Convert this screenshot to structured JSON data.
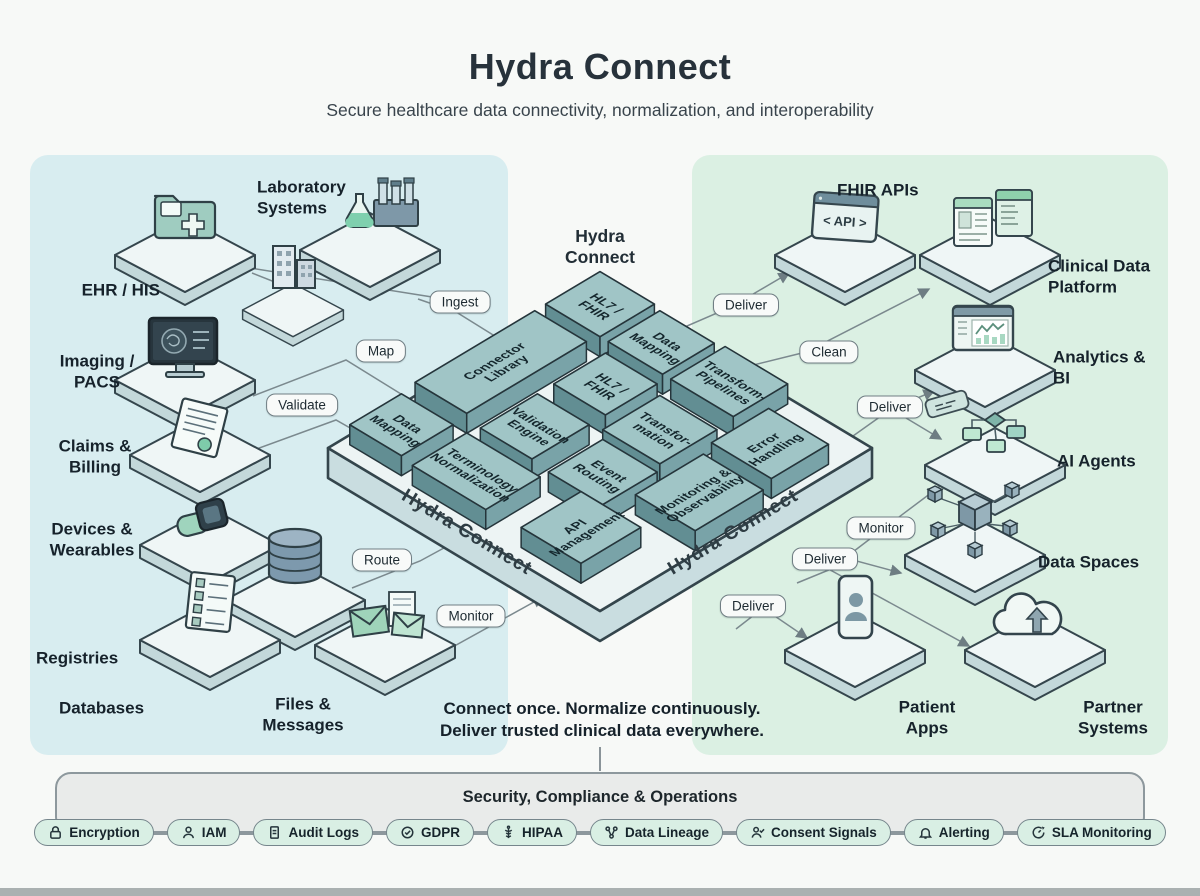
{
  "title": "Hydra Connect",
  "subtitle": "Secure healthcare data connectivity, normalization, and interoperability",
  "hub": {
    "label": "Hydra Connect",
    "edge_label": "Hydra Connect",
    "modules": [
      {
        "label": "HL7 /\nFHIR"
      },
      {
        "label": "Data\nMapping"
      },
      {
        "label": "Transform-\nPipelines"
      },
      {
        "label": "Error\nHandling"
      },
      {
        "label": "Connector\nLibrary"
      },
      {
        "label": "HL7 /\nFHIR"
      },
      {
        "label": "Transfor-\nmation"
      },
      {
        "label": "Validation\nEngine"
      },
      {
        "label": "Event\nRouting"
      },
      {
        "label": "Monitoring &\nObservability"
      },
      {
        "label": "Data\nMapping"
      },
      {
        "label": "Terminology\nNormalization"
      },
      {
        "label": "API\nManagement"
      }
    ]
  },
  "sources": [
    {
      "label": "EHR / HIS",
      "icon": "medical-folder-icon"
    },
    {
      "label": "Laboratory Systems",
      "icon": "lab-tubes-icon"
    },
    {
      "label": "Imaging / PACS",
      "icon": "imaging-monitor-icon"
    },
    {
      "label": "Claims & Billing",
      "icon": "claims-document-icon"
    },
    {
      "label": "Devices & Wearables",
      "icon": "smartwatch-icon"
    },
    {
      "label": "Registries",
      "icon": "checklist-icon"
    },
    {
      "label": "Databases",
      "icon": "database-icon"
    },
    {
      "label": "Files & Messages",
      "icon": "envelopes-icon"
    }
  ],
  "destinations": [
    {
      "label": "FHIR APIs",
      "icon": "api-window-icon",
      "window_text": "< API >"
    },
    {
      "label": "Clinical Data Platform",
      "icon": "browser-windows-icon"
    },
    {
      "label": "Analytics & BI",
      "icon": "analytics-dashboard-icon"
    },
    {
      "label": "AI Agents",
      "icon": "flowchart-icon"
    },
    {
      "label": "Data Spaces",
      "icon": "cubes-network-icon"
    },
    {
      "label": "Patient Apps",
      "icon": "mobile-phone-icon"
    },
    {
      "label": "Partner Systems",
      "icon": "cloud-upload-icon"
    }
  ],
  "flows": [
    {
      "label": "Ingest"
    },
    {
      "label": "Map"
    },
    {
      "label": "Validate"
    },
    {
      "label": "Route"
    },
    {
      "label": "Monitor"
    },
    {
      "label": "Deliver"
    },
    {
      "label": "Clean"
    },
    {
      "label": "Deliver"
    },
    {
      "label": "Monitor"
    },
    {
      "label": "Deliver"
    },
    {
      "label": "Deliver"
    }
  ],
  "tagline": "Connect once. Normalize continuously.\nDeliver trusted clinical data everywhere.",
  "security_bar": {
    "title": "Security, Compliance & Operations",
    "items": [
      {
        "label": "Encryption",
        "icon": "lock-icon"
      },
      {
        "label": "IAM",
        "icon": "user-icon"
      },
      {
        "label": "Audit Logs",
        "icon": "document-icon"
      },
      {
        "label": "GDPR",
        "icon": "check-badge-icon"
      },
      {
        "label": "HIPAA",
        "icon": "caduceus-icon"
      },
      {
        "label": "Data Lineage",
        "icon": "lineage-icon"
      },
      {
        "label": "Consent Signals",
        "icon": "user-check-icon"
      },
      {
        "label": "Alerting",
        "icon": "bell-icon"
      },
      {
        "label": "SLA Monitoring",
        "icon": "sla-gauge-icon"
      }
    ]
  },
  "colors": {
    "panel_left": "#d8edf0",
    "panel_right": "#dbf0e3",
    "block_top": "#a0c5c6",
    "pill_green": "#d9efe4"
  }
}
